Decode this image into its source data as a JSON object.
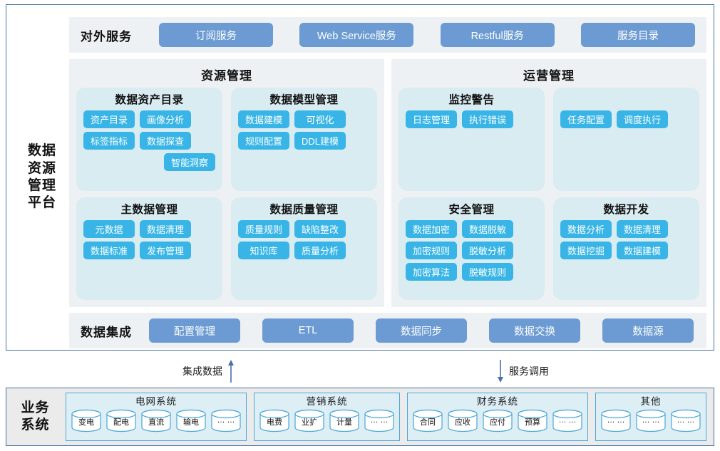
{
  "platform": {
    "title_chars": [
      "数据",
      "资源",
      "管理",
      "平台"
    ],
    "external_services": {
      "label": "对外服务",
      "buttons": [
        "订阅服务",
        "Web Service服务",
        "Restful服务",
        "服务目录"
      ]
    },
    "panels": [
      {
        "title": "资源管理",
        "cards": [
          {
            "title": "数据资产目录",
            "rows": [
              {
                "align": "left",
                "chips": [
                  "资产目录",
                  "画像分析"
                ]
              },
              {
                "align": "left",
                "chips": [
                  "标签指标",
                  "数据探查"
                ]
              },
              {
                "align": "right",
                "chips": [
                  "智能洞察"
                ]
              }
            ]
          },
          {
            "title": "数据模型管理",
            "rows": [
              {
                "align": "left",
                "chips": [
                  "数据建模",
                  "可视化"
                ]
              },
              {
                "align": "left",
                "chips": [
                  "规则配置",
                  "DDL建模"
                ]
              }
            ]
          },
          {
            "title": "主数据管理",
            "rows": [
              {
                "align": "left",
                "chips": [
                  "元数据",
                  "数据清理"
                ]
              },
              {
                "align": "left",
                "chips": [
                  "数据标准",
                  "发布管理"
                ]
              }
            ]
          },
          {
            "title": "数据质量管理",
            "rows": [
              {
                "align": "left",
                "chips": [
                  "质量规则",
                  "缺陷整改"
                ]
              },
              {
                "align": "left",
                "chips": [
                  "知识库",
                  "质量分析"
                ]
              }
            ]
          }
        ]
      },
      {
        "title": "运营管理",
        "cards": [
          {
            "title": "监控警告",
            "rows": [
              {
                "align": "left",
                "chips": [
                  "日志管理",
                  "执行错误"
                ]
              }
            ]
          },
          {
            "title": "",
            "rows": [
              {
                "align": "left",
                "chips": [
                  "任务配置",
                  "调度执行"
                ]
              }
            ]
          },
          {
            "title": "安全管理",
            "rows": [
              {
                "align": "left",
                "chips": [
                  "数据加密",
                  "数据脱敏"
                ]
              },
              {
                "align": "left",
                "chips": [
                  "加密规则",
                  "脱敏分析"
                ]
              },
              {
                "align": "left",
                "chips": [
                  "加密算法",
                  "脱敏规则"
                ]
              }
            ]
          },
          {
            "title": "数据开发",
            "rows": [
              {
                "align": "left",
                "chips": [
                  "数据分析",
                  "数据清理"
                ]
              },
              {
                "align": "left",
                "chips": [
                  "数据挖掘",
                  "数据建模"
                ]
              }
            ]
          }
        ]
      }
    ],
    "integration": {
      "label": "数据集成",
      "buttons": [
        "配置管理",
        "ETL",
        "数据同步",
        "数据交换",
        "数据源"
      ]
    }
  },
  "connectors": [
    {
      "label": "集成数据",
      "direction": "up",
      "icon": "arrow-up-icon"
    },
    {
      "label": "服务调用",
      "direction": "down",
      "icon": "arrow-down-icon"
    }
  ],
  "business": {
    "title_chars": [
      "业务",
      "系统"
    ],
    "groups": [
      {
        "title": "电网系统",
        "items": [
          "变电",
          "配电",
          "直流",
          "输电",
          "… …"
        ]
      },
      {
        "title": "营销系统",
        "items": [
          "电费",
          "业扩",
          "计量",
          "… …"
        ]
      },
      {
        "title": "财务系统",
        "items": [
          "合同",
          "应收",
          "应付",
          "预算",
          "… …"
        ]
      },
      {
        "title": "其他",
        "items": [
          "… …",
          "… …",
          "… …"
        ]
      }
    ]
  },
  "colors": {
    "frame_border": "#4a6fa5",
    "strip_bg": "#eef1f3",
    "card_bg": "#d9ecf2",
    "chip_blue": "#38b5e6",
    "button_blue": "#6b9bd2",
    "biz_bg": "#ebebeb",
    "biz_group_bg": "#ddeef5",
    "biz_group_border": "#4aa8d8"
  }
}
